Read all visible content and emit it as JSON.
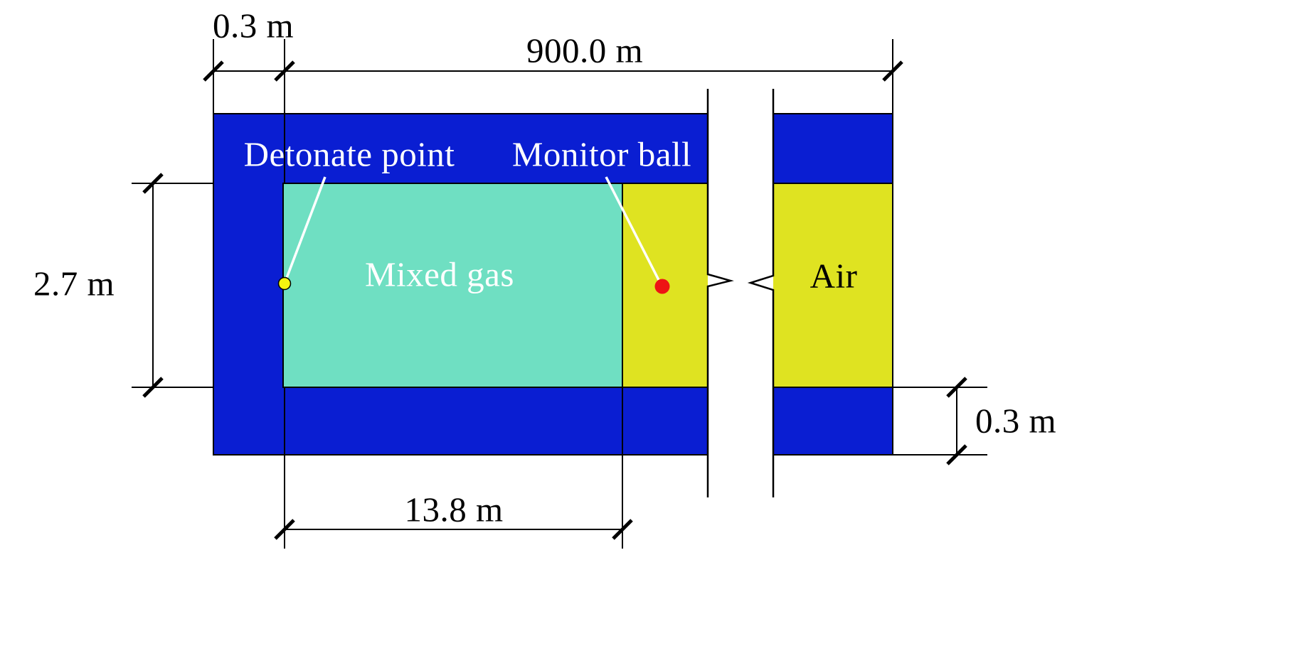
{
  "dimensions": {
    "wall_top": "0.3 m",
    "total_length": "900.0 m",
    "tunnel_height": "2.7 m",
    "gas_zone_length": "13.8 m",
    "wall_right": "0.3 m"
  },
  "regions": {
    "mixed_gas": "Mixed gas",
    "air": "Air"
  },
  "markers": {
    "detonate_point": "Detonate point",
    "monitor_ball": "Monitor ball"
  },
  "colors": {
    "wall": "#0a1ed2",
    "mixed_gas": "#6fdfc2",
    "air": "#dfe321",
    "monitor_ball": "#ee1414",
    "detonate_point": "#f4f410",
    "outline": "#000000",
    "leader": "#ffffff"
  }
}
